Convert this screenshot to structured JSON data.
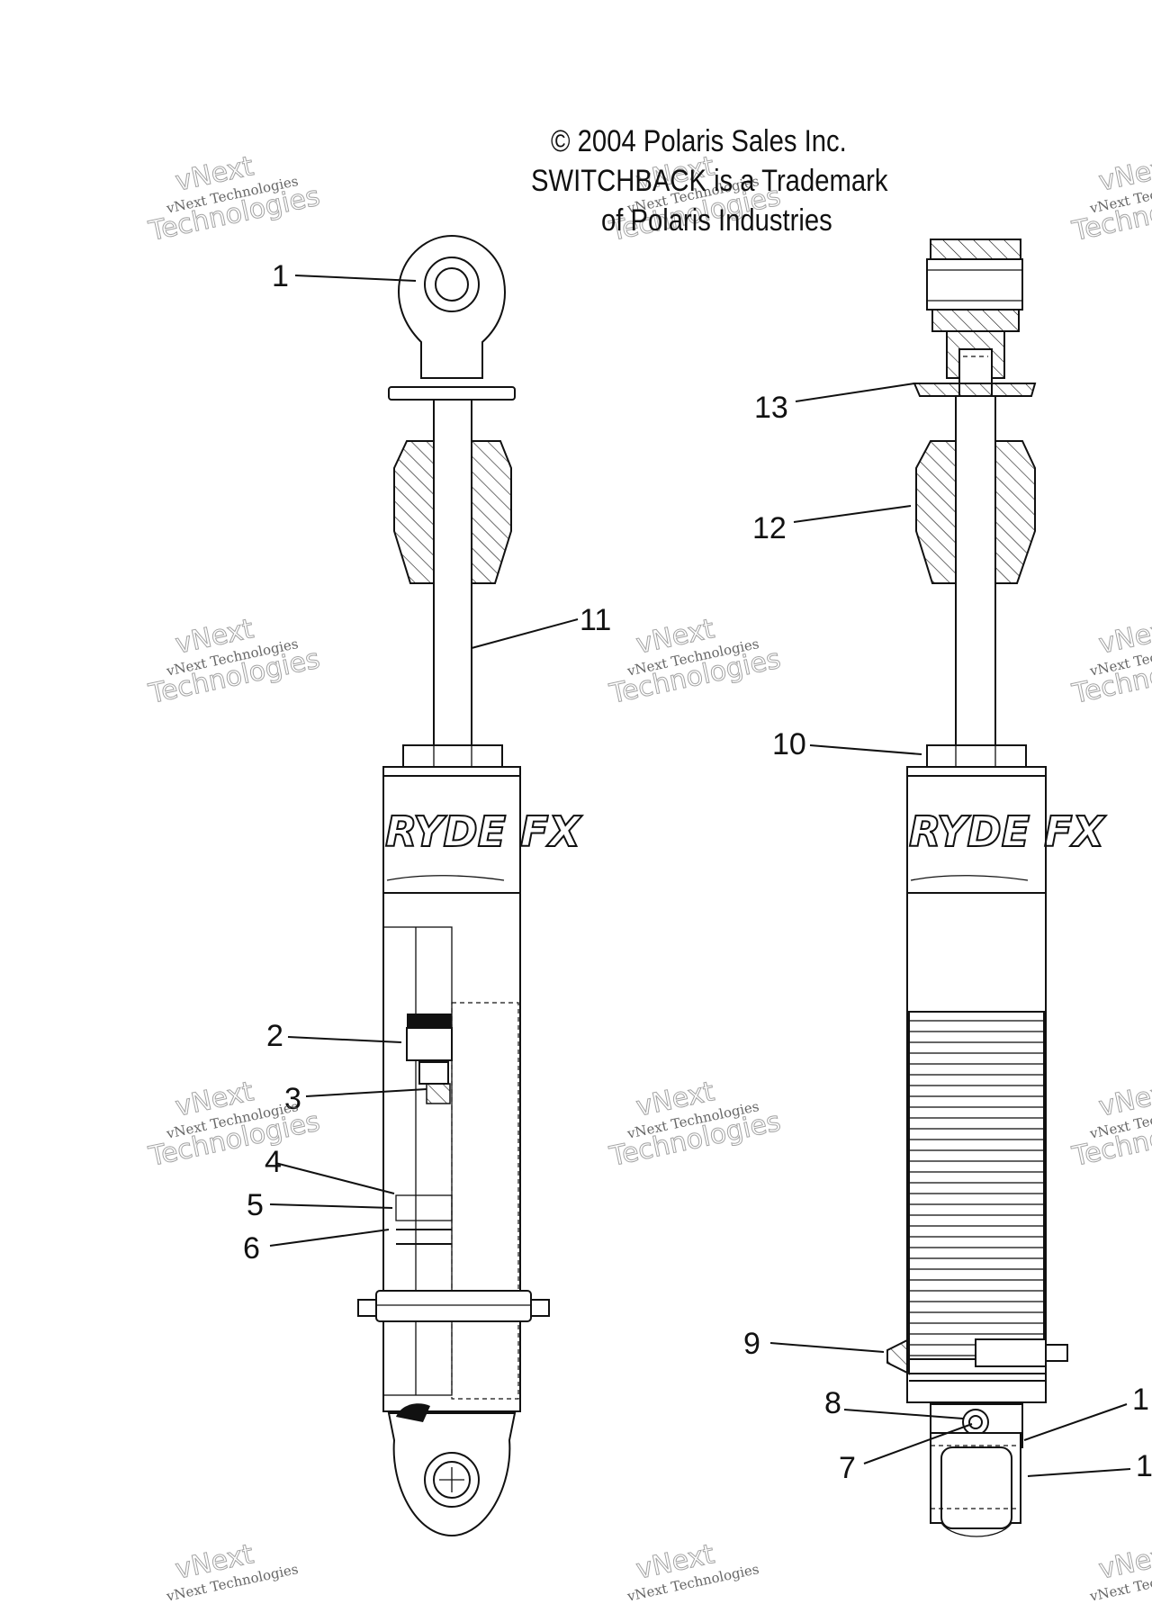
{
  "copyright": {
    "line1": "© 2004 Polaris Sales Inc.",
    "line2": "SWITCHBACK is a Trademark",
    "line3": "of Polaris Industries"
  },
  "watermark": {
    "small": "vNext Technologies",
    "big": "Technologies",
    "top": "vNext"
  },
  "logo_text": "RYDE FX",
  "callouts": {
    "c1": "1",
    "c2": "2",
    "c3": "3",
    "c4": "4",
    "c5": "5",
    "c6": "6",
    "c7": "7",
    "c8": "8",
    "c9": "9",
    "c10": "10",
    "c11": "11",
    "c12": "12",
    "c13": "13",
    "c14": "1",
    "c15": "1"
  }
}
